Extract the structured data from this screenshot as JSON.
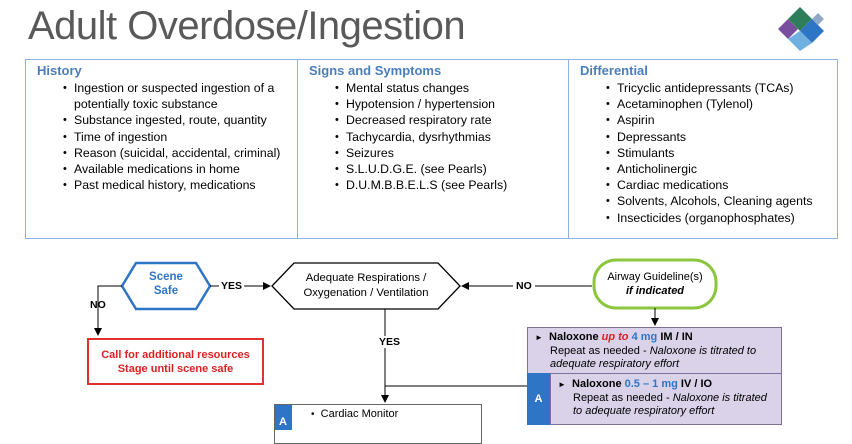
{
  "title": "Adult Overdose/Ingestion",
  "colors": {
    "header_blue": "#4a7ebb",
    "border_blue": "#8db3e2",
    "alert_red": "#e03030",
    "naloxone_purple": "#d9d2e9",
    "airway_green": "#8cc63f",
    "tab_blue": "#2e75c6"
  },
  "history": {
    "heading": "History",
    "items": [
      "Ingestion or suspected ingestion of a",
      "potentially toxic substance",
      "Substance ingested, route, quantity",
      "Time of ingestion",
      "Reason (suicidal, accidental, criminal)",
      "Available medications in home",
      "Past medical history, medications"
    ]
  },
  "signs": {
    "heading": "Signs and Symptoms",
    "items": [
      "Mental status changes",
      "Hypotension / hypertension",
      "Decreased respiratory rate",
      "Tachycardia, dysrhythmias",
      "Seizures",
      "S.L.U.D.G.E. (see Pearls)",
      "D.U.M.B.B.E.L.S (see Pearls)"
    ]
  },
  "differential": {
    "heading": "Differential",
    "items": [
      "Tricyclic antidepressants (TCAs)",
      "Acetaminophen (Tylenol)",
      "Aspirin",
      "Depressants",
      "Stimulants",
      "Anticholinergic",
      "Cardiac medications",
      "Solvents, Alcohols, Cleaning agents",
      "Insecticides (organophosphates)"
    ]
  },
  "flow": {
    "scene_line1": "Scene",
    "scene_line2": "Safe",
    "yes_label": "YES",
    "no_label": "NO",
    "no_label2": "NO",
    "yes_label2": "YES",
    "adequate_line1": "Adequate Respirations /",
    "adequate_line2": "Oxygenation / Ventilation",
    "airway_line1": "Airway Guideline(s)",
    "airway_line2": "if indicated",
    "call_line1": "Call for additional resources",
    "call_line2": "Stage until scene safe",
    "naloxone1_name": "Naloxone",
    "naloxone1_upto": "up to",
    "naloxone1_dose": "4 mg",
    "naloxone1_route": "IM / IN",
    "naloxone1_repeat": "Repeat as needed -",
    "naloxone1_note1": "Naloxone is titrated to",
    "naloxone1_note2": "adequate respiratory effort",
    "naloxone2_name": "Naloxone",
    "naloxone2_dose": "0.5 – 1 mg",
    "naloxone2_route": "IV / IO",
    "naloxone2_repeat": "Repeat as needed -",
    "naloxone2_note1": "Naloxone is titrated",
    "naloxone2_note2": "to adequate respiratory effort",
    "tab_a": "A",
    "tab_a2": "A",
    "cardiac_monitor": "Cardiac Monitor"
  }
}
